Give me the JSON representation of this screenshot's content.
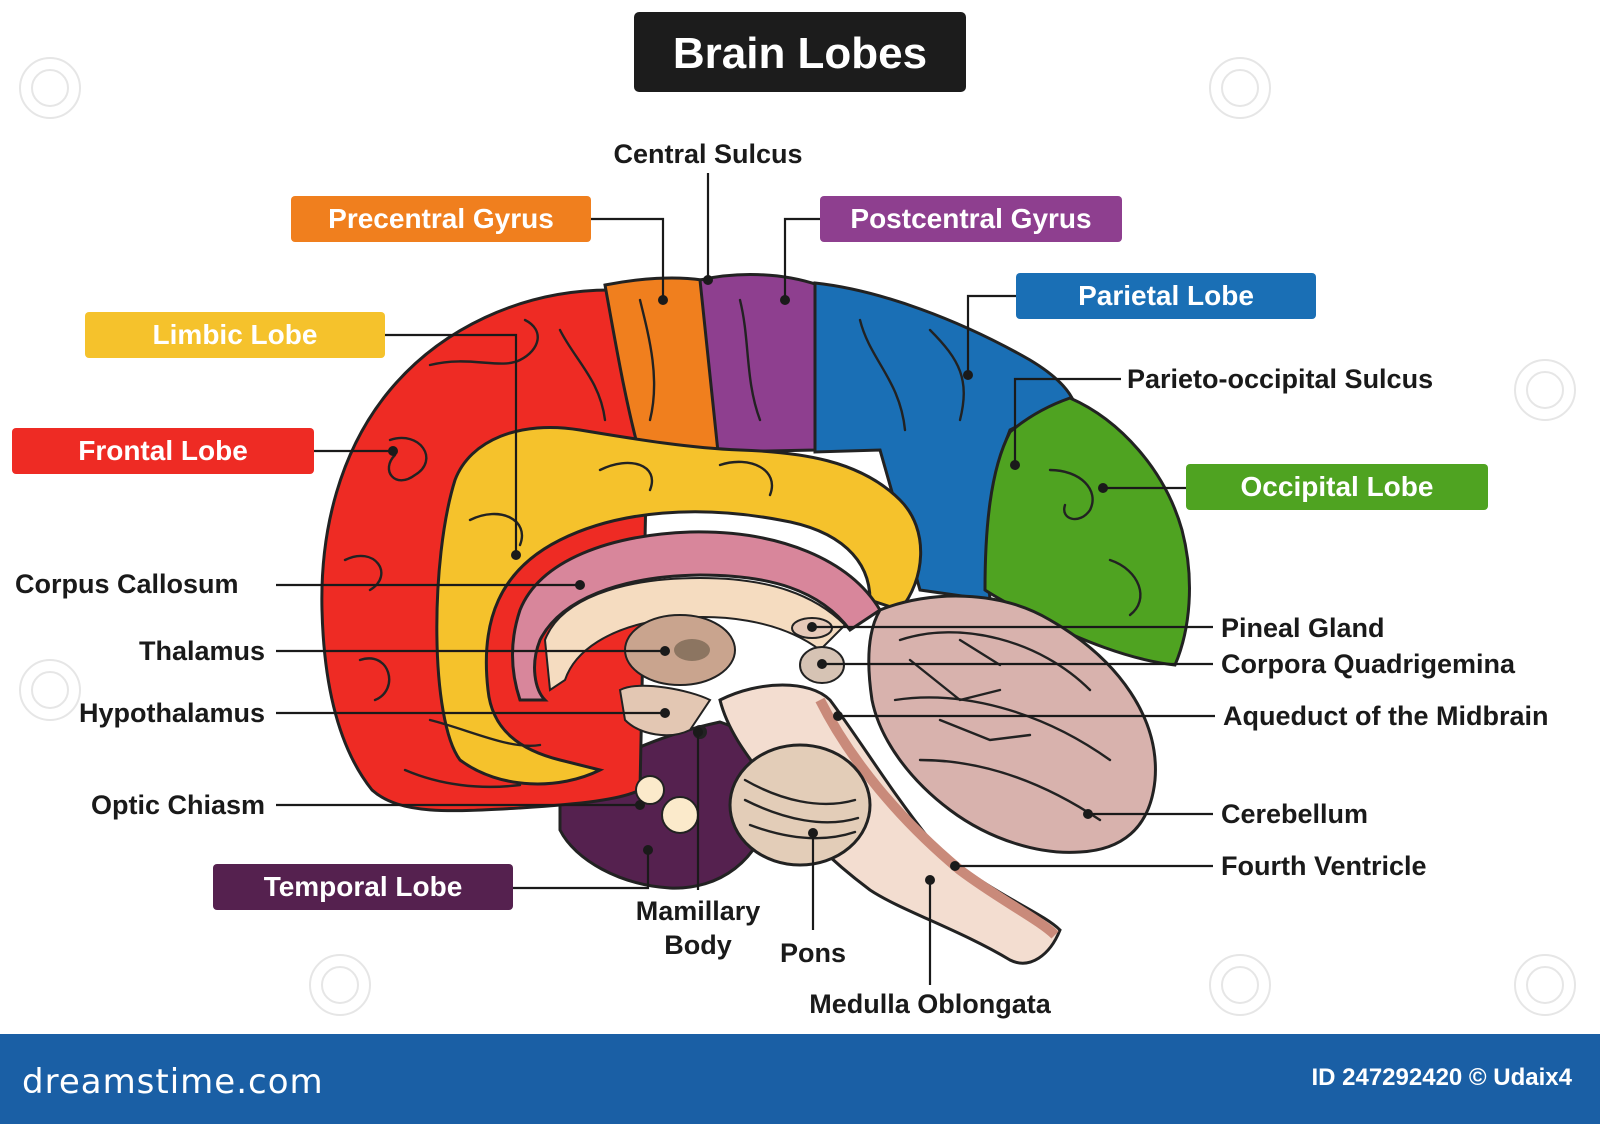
{
  "title": "Brain Lobes",
  "colors": {
    "precentral": "#f07f1e",
    "postcentral": "#8e3f8f",
    "parietal": "#1a6fb5",
    "limbic": "#f5c22c",
    "frontal": "#ee2b24",
    "occipital": "#4fa321",
    "temporal": "#55214f",
    "footer": "#1a5fa5",
    "title_bg": "#1c1c1c"
  },
  "lobe_boxes": {
    "precentral": "Precentral Gyrus",
    "postcentral": "Postcentral Gyrus",
    "parietal": "Parietal Lobe",
    "limbic": "Limbic Lobe",
    "frontal": "Frontal Lobe",
    "occipital": "Occipital Lobe",
    "temporal": "Temporal Lobe"
  },
  "labels": {
    "central_sulcus": "Central Sulcus",
    "parieto_occipital_sulcus": "Parieto-occipital Sulcus",
    "corpus_callosum": "Corpus Callosum",
    "thalamus": "Thalamus",
    "hypothalamus": "Hypothalamus",
    "optic_chiasm": "Optic Chiasm",
    "mamillary_body_line1": "Mamillary",
    "mamillary_body_line2": "Body",
    "pons": "Pons",
    "medulla_oblongata": "Medulla Oblongata",
    "pineal_gland": "Pineal Gland",
    "corpora_quadrigemina": "Corpora Quadrigemina",
    "aqueduct": "Aqueduct of the Midbrain",
    "cerebellum": "Cerebellum",
    "fourth_ventricle": "Fourth Ventricle"
  },
  "footer": {
    "brand": "dreamstime.com",
    "id_text": "ID 247292420 © Udaix4"
  }
}
